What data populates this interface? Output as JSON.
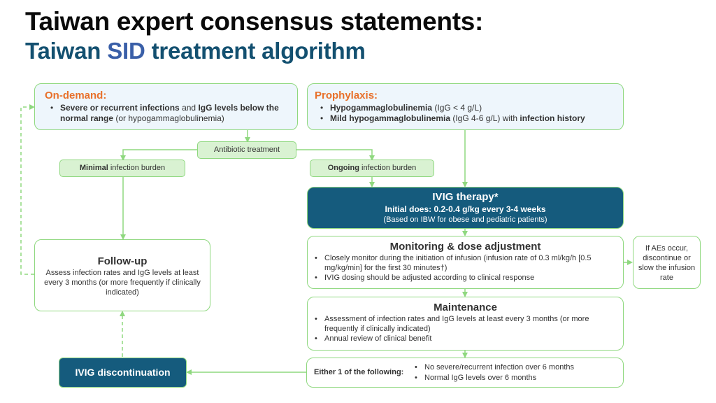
{
  "title": {
    "line1": "Taiwan expert consensus statements:",
    "line2_part1": "Taiwan ",
    "line2_highlight": "SID",
    "line2_part2": " treatment algorithm"
  },
  "colors": {
    "title_dark": "#0a0a0a",
    "title_teal": "#135070",
    "title_highlight": "#3a5fa8",
    "accent_orange": "#e8702a",
    "box_border_green": "#8fd87f",
    "box_fill_green": "#d9f2d2",
    "box_fill_blue": "#eef6fc",
    "box_fill_dark": "#155b7d"
  },
  "on_demand": {
    "header": "On-demand:",
    "bullet": {
      "b1": "Severe or recurrent infections",
      "t1": " and ",
      "b2": "IgG levels below the normal range",
      "t2": " (or hypogammaglobulinemia)"
    }
  },
  "prophylaxis": {
    "header": "Prophylaxis:",
    "bullets": [
      {
        "b1": "Hypogammaglobulinemia",
        "t1": " (IgG < 4 g/L)"
      },
      {
        "b1": "Mild hypogammaglobulinemia",
        "t1": " (IgG 4-6 g/L) with ",
        "b2": "infection history"
      }
    ]
  },
  "antibiotic": {
    "label": "Antibiotic treatment"
  },
  "minimal": {
    "bold": "Minimal",
    "rest": " infection burden"
  },
  "ongoing": {
    "bold": "Ongoing",
    "rest": " infection burden"
  },
  "ivig_therapy": {
    "title": "IVIG therapy*",
    "dose": "Initial does: 0.2-0.4 g/kg every 3-4 weeks",
    "note": "(Based on IBW for obese and pediatric patients)"
  },
  "monitoring": {
    "title": "Monitoring & dose adjustment",
    "bullets": [
      "Closely monitor during the initiation of infusion (infusion rate of 0.3 ml/kg/h [0.5 mg/kg/min] for the first 30 minutes†)",
      "IVIG dosing should be adjusted according to clinical response"
    ]
  },
  "aes": {
    "text": "If AEs occur, discontinue or slow the infusion rate"
  },
  "follow_up": {
    "title": "Follow-up",
    "text": "Assess infection rates and IgG levels at least every 3 months (or more frequently if clinically indicated)"
  },
  "maintenance": {
    "title": "Maintenance",
    "bullets": [
      "Assessment of infection rates and IgG levels at least every 3 months (or more frequently if clinically indicated)",
      "Annual review of clinical benefit"
    ]
  },
  "either": {
    "label": "Either 1 of the following:",
    "bullets": [
      "No severe/recurrent infection over 6 months",
      "Normal IgG levels over 6 months"
    ]
  },
  "discontinuation": {
    "label": "IVIG discontinuation"
  }
}
